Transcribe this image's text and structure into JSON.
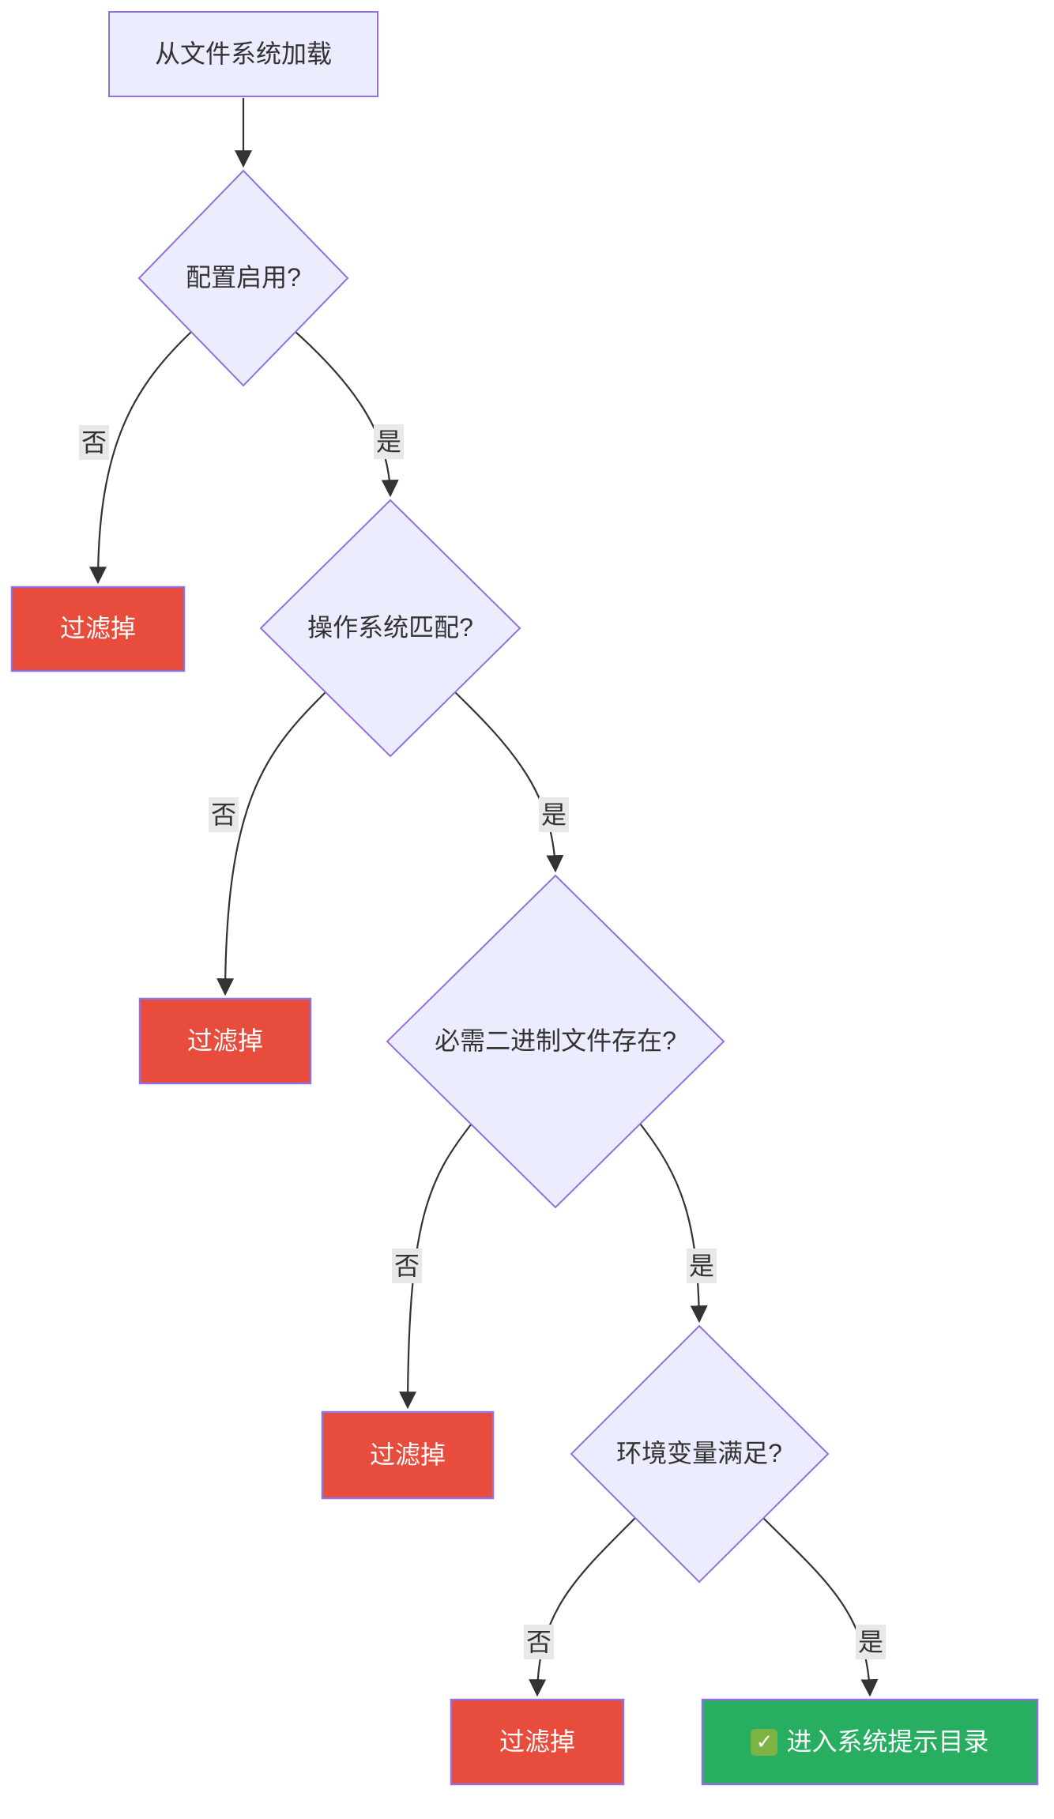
{
  "colors": {
    "background": "#FFFFFF",
    "node_fill": "#ECECFF",
    "node_stroke": "#9370DB",
    "reject_fill": "#E74C3C",
    "accept_fill": "#27AE60",
    "edge_color": "#333333",
    "edge_label_bg": "#E8E8E8",
    "text_dark": "#333333",
    "text_light": "#FFFFFF",
    "check_icon_bg": "#7CB342"
  },
  "nodes": {
    "start": {
      "label": "从文件系统加载",
      "type": "process"
    },
    "config_enabled": {
      "label": "配置启用?",
      "type": "decision"
    },
    "os_match": {
      "label": "操作系统匹配?",
      "type": "decision"
    },
    "binary_exists": {
      "label": "必需二进制文件存在?",
      "type": "decision"
    },
    "env_satisfied": {
      "label": "环境变量满足?",
      "type": "decision"
    },
    "reject_1": {
      "label": "过滤掉",
      "type": "reject"
    },
    "reject_2": {
      "label": "过滤掉",
      "type": "reject"
    },
    "reject_3": {
      "label": "过滤掉",
      "type": "reject"
    },
    "reject_4": {
      "label": "过滤掉",
      "type": "reject"
    },
    "accept": {
      "label": "进入系统提示目录",
      "icon": "white-heavy-check-mark",
      "icon_glyph": "✓",
      "type": "accept"
    }
  },
  "edges": [
    {
      "from": "start",
      "to": "config_enabled",
      "label": ""
    },
    {
      "from": "config_enabled",
      "to": "reject_1",
      "label": "否"
    },
    {
      "from": "config_enabled",
      "to": "os_match",
      "label": "是"
    },
    {
      "from": "os_match",
      "to": "reject_2",
      "label": "否"
    },
    {
      "from": "os_match",
      "to": "binary_exists",
      "label": "是"
    },
    {
      "from": "binary_exists",
      "to": "reject_3",
      "label": "否"
    },
    {
      "from": "binary_exists",
      "to": "env_satisfied",
      "label": "是"
    },
    {
      "from": "env_satisfied",
      "to": "reject_4",
      "label": "否"
    },
    {
      "from": "env_satisfied",
      "to": "accept",
      "label": "是"
    }
  ]
}
